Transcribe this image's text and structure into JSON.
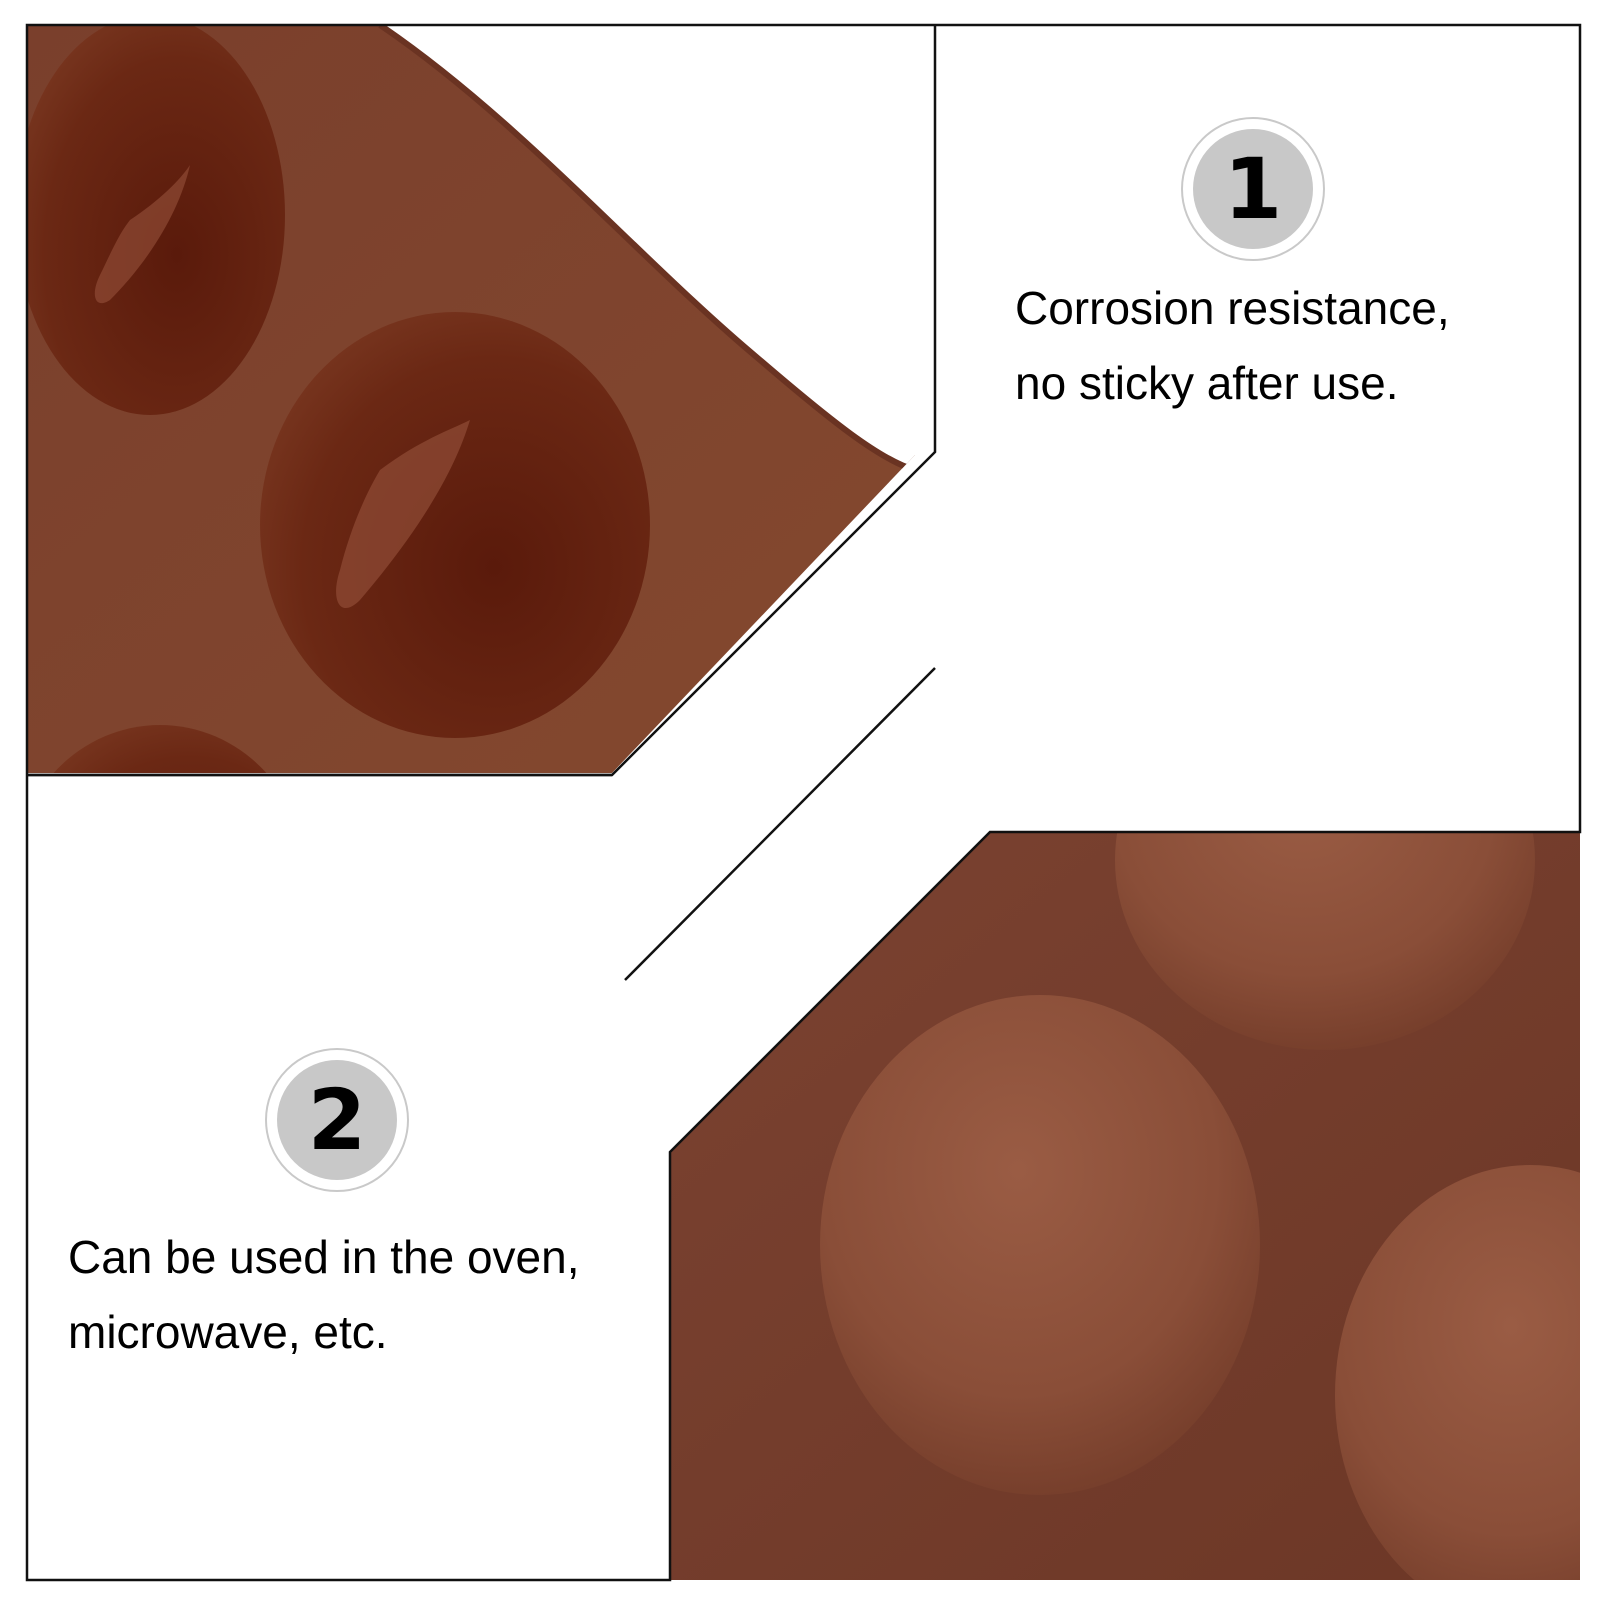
{
  "features": [
    {
      "number": "1",
      "lines": [
        "Corrosion resistance,",
        "no sticky after use."
      ]
    },
    {
      "number": "2",
      "lines": [
        "Can be used in the oven,",
        "microwave, etc."
      ]
    }
  ],
  "colors": {
    "mold_shadow": "#6e3524",
    "mold_base": "#834a36",
    "cavity_deep": "#5e1f0f",
    "egg_light": "#955a43",
    "frame_line": "#111111",
    "badge_fill": "#c8c8c8",
    "badge_ring": "#c9c9c9"
  },
  "icons": {
    "badge": "numbered-circle-badge"
  }
}
